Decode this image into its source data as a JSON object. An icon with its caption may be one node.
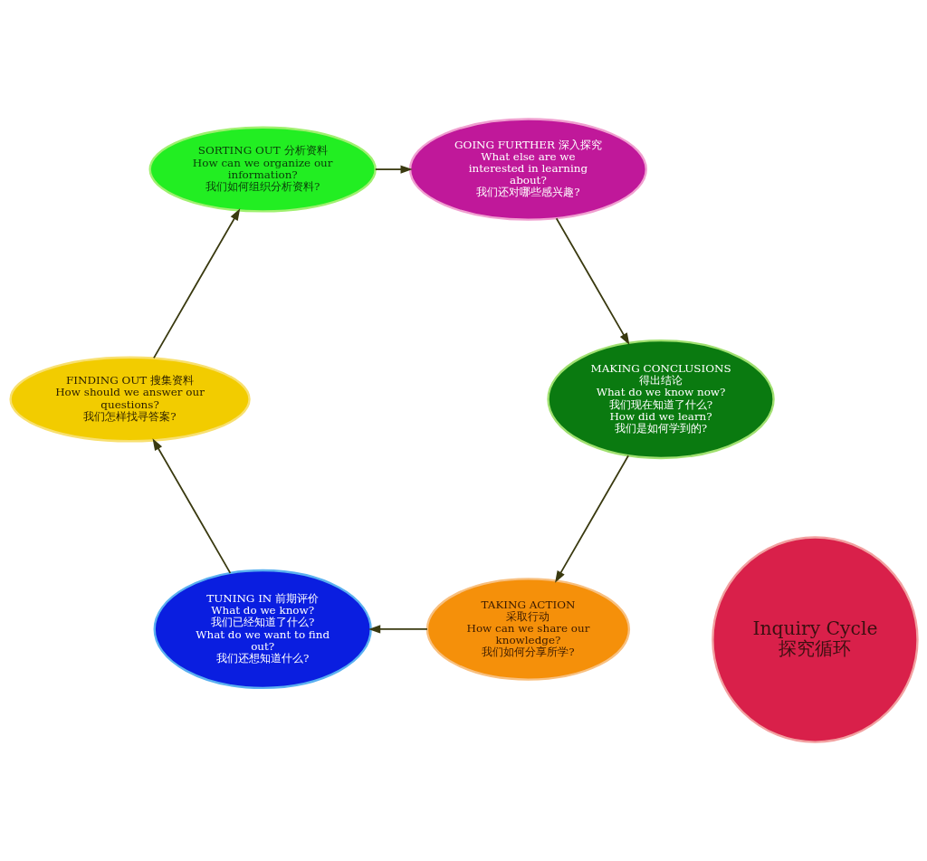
{
  "diagram": {
    "nodes": [
      {
        "text": [
          "Inquiry Cycle",
          "探究循环"
        ]
      },
      {
        "text": [
          "TUNING IN 前期评价",
          "What do we know?",
          "我们已经知道了什么?",
          "What do we want to find out?",
          "我们还想知道什么?"
        ]
      },
      {
        "text": [
          "FINDING OUT 搜集资料",
          "How should we answer our questions?",
          "我们怎样找寻答案?"
        ]
      },
      {
        "text": [
          "SORTING OUT 分析资料",
          "How can we organize our information?",
          "我们如何组织分析资料?"
        ]
      },
      {
        "text": [
          "GOING FURTHER 深入探究",
          "What else are we interested in learning about?",
          "我们还对哪些感兴趣?"
        ]
      },
      {
        "text": [
          "MAKING CONCLUSIONS",
          "得出结论",
          "What do we know now?",
          "我们现在知道了什么?",
          "How did we learn?",
          "我们是如何学到的?"
        ]
      },
      {
        "text": [
          "TAKING ACTION",
          "采取行动",
          "How can we share our knowledge?",
          "我们如何分享所学?"
        ]
      }
    ],
    "edges": [
      {
        "from": 1,
        "to": 2,
        "arrow": "to"
      },
      {
        "from": 2,
        "to": 3,
        "arrow": "to"
      },
      {
        "from": 3,
        "to": 4,
        "arrow": "to"
      },
      {
        "from": 4,
        "to": 5,
        "arrow": "to"
      },
      {
        "from": 5,
        "to": 6,
        "arrow": "to"
      },
      {
        "from": 6,
        "to": 1,
        "arrow": "to"
      }
    ]
  }
}
